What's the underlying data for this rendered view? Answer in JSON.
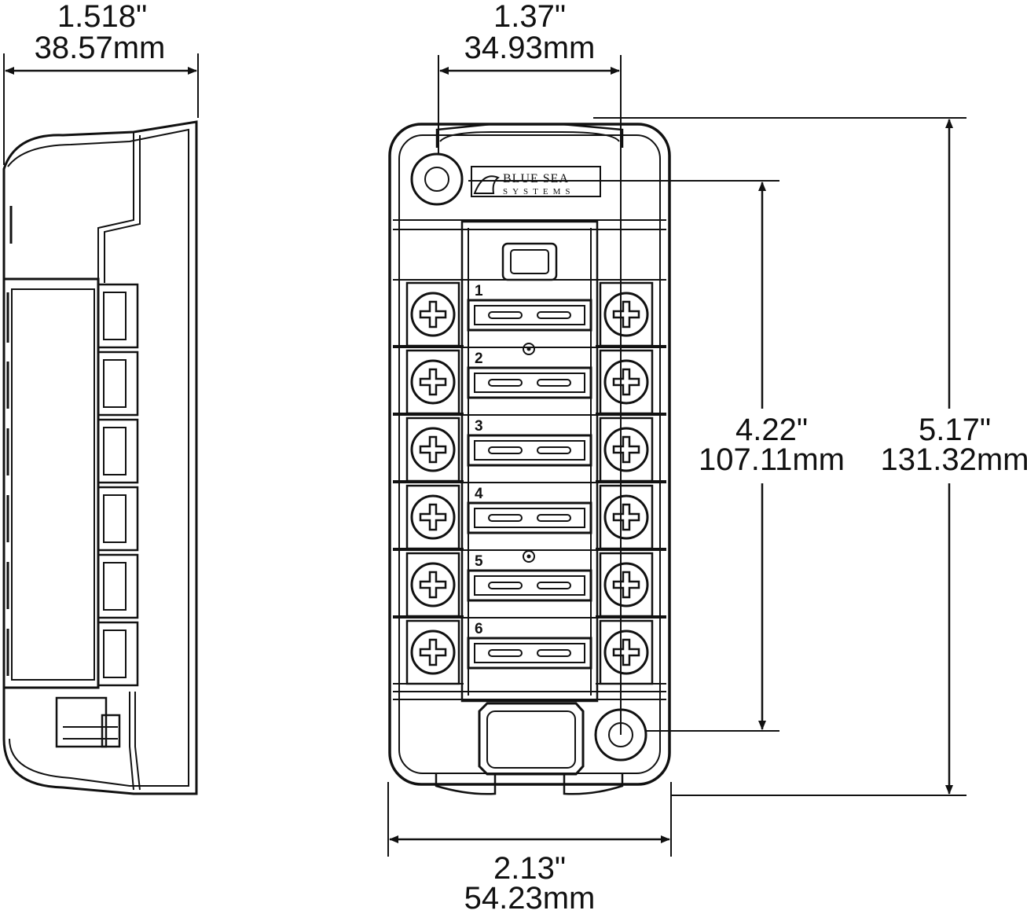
{
  "dimensions": {
    "side_depth": {
      "inches": "1.518\"",
      "mm": "38.57mm"
    },
    "mount_spacing_horizontal": {
      "inches": "1.37\"",
      "mm": "34.93mm"
    },
    "mount_spacing_vertical": {
      "inches": "4.22\"",
      "mm": "107.11mm"
    },
    "overall_height": {
      "inches": "5.17\"",
      "mm": "131.32mm"
    },
    "overall_width": {
      "inches": "2.13\"",
      "mm": "54.23mm"
    }
  },
  "logo": {
    "line1": "BLUE SEA",
    "line2": "SYSTEMS"
  },
  "circuits": [
    "1",
    "2",
    "3",
    "4",
    "5",
    "6"
  ]
}
